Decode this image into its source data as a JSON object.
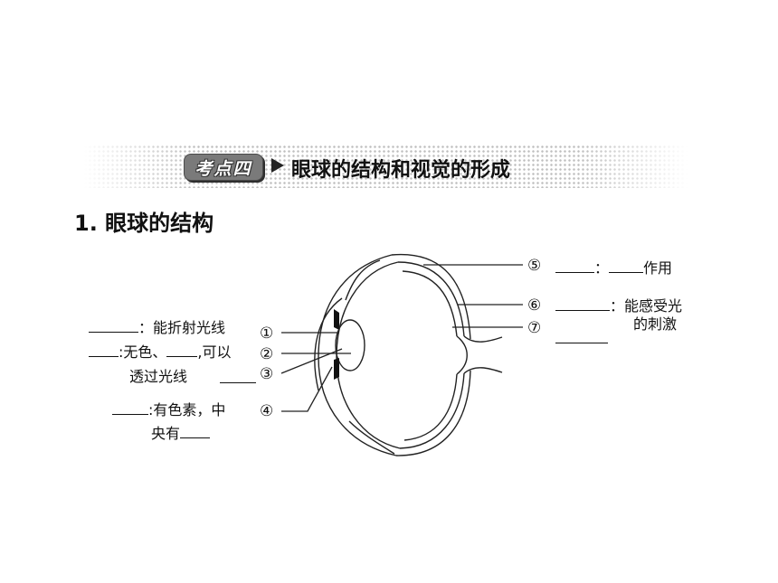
{
  "banner": {
    "badge": "考点四",
    "title": "眼球的结构和视觉的形成"
  },
  "section": {
    "title": "1. 眼球的结构"
  },
  "markers": [
    "①",
    "②",
    "③",
    "④",
    "⑤",
    "⑥",
    "⑦"
  ],
  "labels": {
    "l1": "：能折射光线",
    "l2a": ":无色、",
    "l2b": ",可以",
    "l2c": "透过光线",
    "l4a": ":有色素，中",
    "l4b": "央有",
    "r5a": "：",
    "r5b": "作用",
    "r6a": "：能感受光",
    "r6b": "的刺激"
  }
}
